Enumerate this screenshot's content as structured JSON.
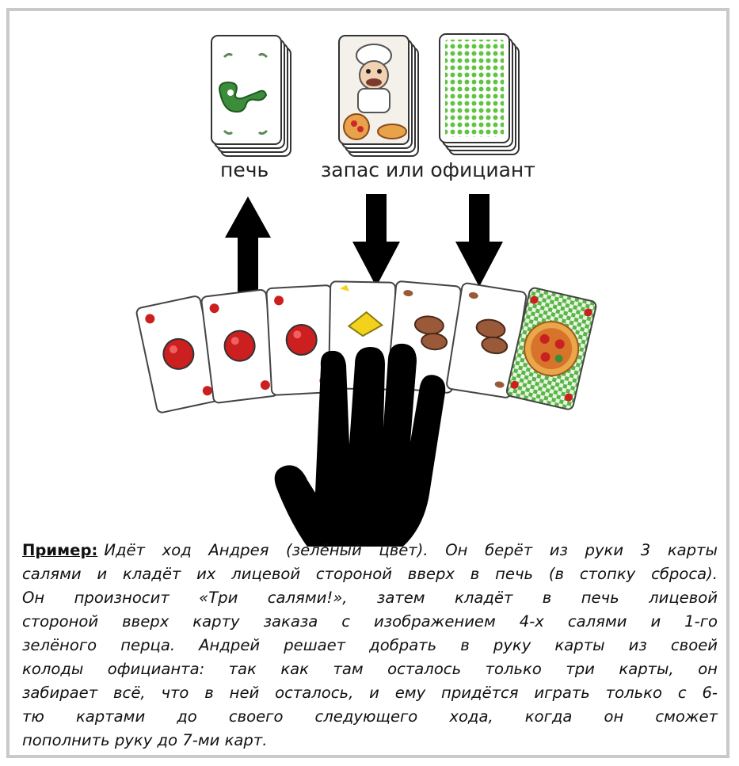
{
  "labels": {
    "oven": "печь",
    "stock_or_waiter": "запас или официант"
  },
  "example": {
    "heading": "Пример:",
    "lines": [
      "Идёт ход Андрея (зелёный цвет). Он берёт из руки 3 карты",
      "салями и кладёт их лицевой стороной вверх в печь (в стопку сброса).",
      "Он произносит «Три салями!», затем кладёт в печь лицевой",
      "стороной вверх карту заказа с изображением 4-х салями и 1-го",
      "зелёного перца. Андрей решает добрать в руку карты из своей",
      "колоды официанта: так как там осталось только три карты, он",
      "забирает всё, что в ней осталось, и ему придётся играть только с 6-",
      "тю картами до своего следующего хода, когда он сможет",
      "пополнить руку до 7-ми карт."
    ]
  },
  "colors": {
    "frame": "#c9c9c9",
    "salami": "#cc1f1f",
    "pepper": "#3c8c3c",
    "cheese": "#f2d21b",
    "mushroom": "#9a5a3a",
    "card_back": "#66cc44",
    "hand": "#000000"
  },
  "icons": [
    "pepper-icon",
    "chef-icon",
    "salami-icon",
    "cheese-icon",
    "mushroom-icon",
    "pizza-icon",
    "hand-icon",
    "arrow-up-icon",
    "arrow-down-icon"
  ]
}
